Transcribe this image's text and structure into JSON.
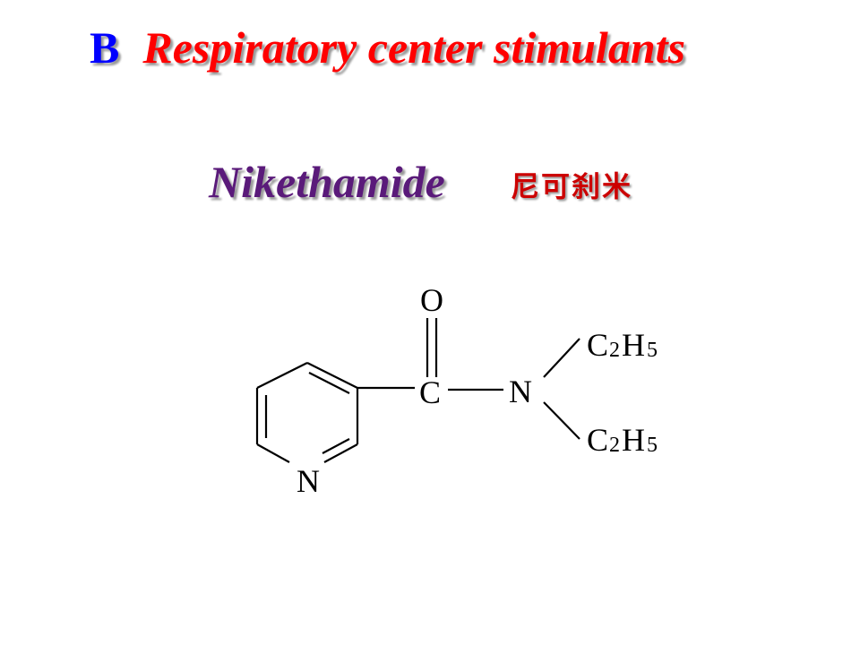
{
  "slide": {
    "title_letter": "B",
    "title_text": "Respiratory center stimulants",
    "drug_name": "Nikethamide",
    "drug_name_cn": "尼可刹米"
  },
  "structure": {
    "atoms": {
      "ring_n": "N",
      "carbonyl_c": "C",
      "carbonyl_o": "O",
      "amide_n": "N"
    },
    "ethyl_top": {
      "c": "C",
      "c_sub": "2",
      "h": "H",
      "h_sub": "5"
    },
    "ethyl_bottom": {
      "c": "C",
      "c_sub": "2",
      "h": "H",
      "h_sub": "5"
    }
  }
}
